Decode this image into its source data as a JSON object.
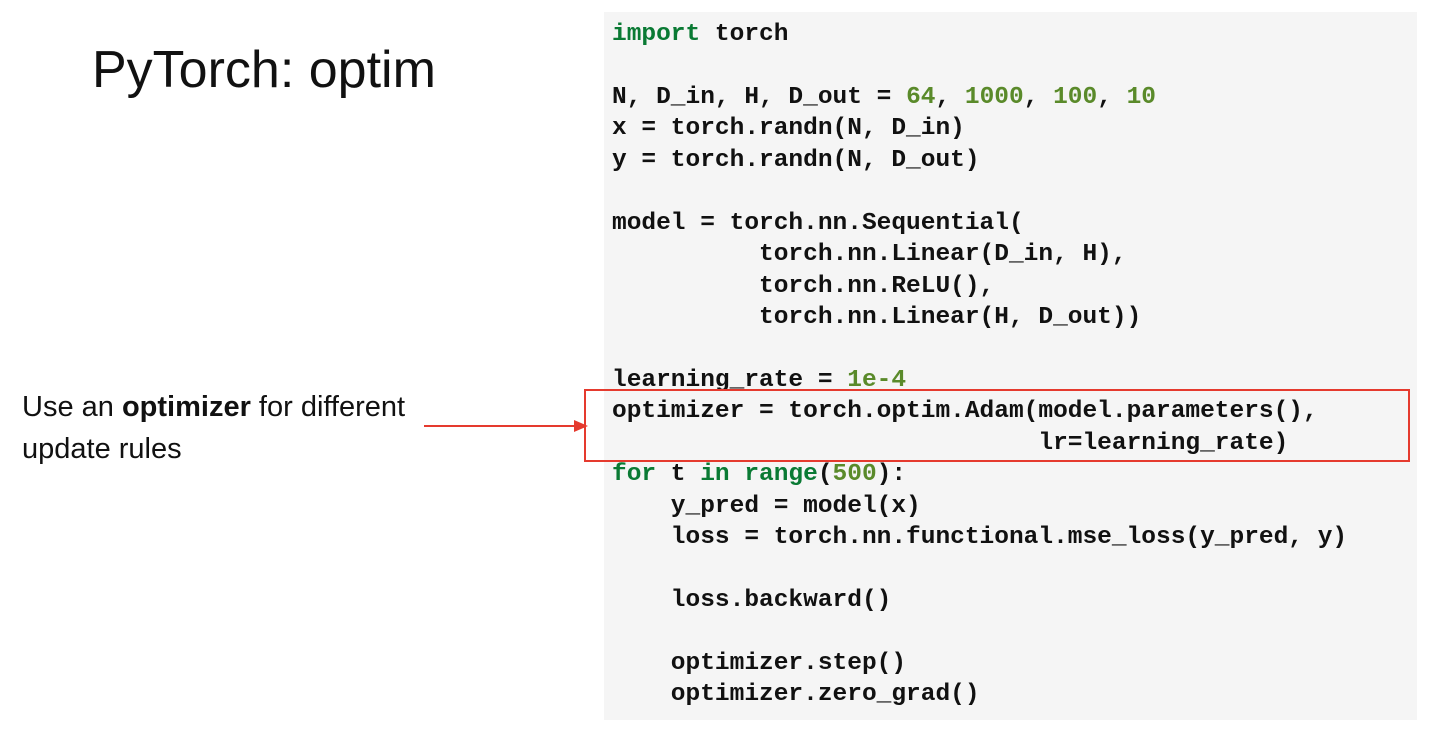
{
  "title": "PyTorch: optim",
  "annotation": {
    "prefix": "Use an ",
    "bold": "optimizer",
    "suffix": " for different update rules"
  },
  "colors": {
    "highlight_border": "#e53a2e",
    "arrow": "#e53a2e",
    "code_background": "#f5f5f5",
    "keyword": "#0a7a34",
    "number": "#5a8a2a"
  },
  "code": {
    "lines": [
      [
        {
          "t": "import",
          "c": "kw"
        },
        {
          "t": " torch"
        }
      ],
      [],
      [
        {
          "t": "N, D_in, H, D_out = "
        },
        {
          "t": "64",
          "c": "num"
        },
        {
          "t": ", "
        },
        {
          "t": "1000",
          "c": "num"
        },
        {
          "t": ", "
        },
        {
          "t": "100",
          "c": "num"
        },
        {
          "t": ", "
        },
        {
          "t": "10",
          "c": "num"
        }
      ],
      [
        {
          "t": "x = torch.randn(N, D_in)"
        }
      ],
      [
        {
          "t": "y = torch.randn(N, D_out)"
        }
      ],
      [],
      [
        {
          "t": "model = torch.nn.Sequential("
        }
      ],
      [
        {
          "t": "          torch.nn.Linear(D_in, H),"
        }
      ],
      [
        {
          "t": "          torch.nn.ReLU(),"
        }
      ],
      [
        {
          "t": "          torch.nn.Linear(H, D_out))"
        }
      ],
      [],
      [
        {
          "t": "learning_rate = "
        },
        {
          "t": "1e-4",
          "c": "num"
        }
      ],
      [
        {
          "t": "optimizer = torch.optim.Adam(model.parameters(),"
        }
      ],
      [
        {
          "t": "                             lr=learning_rate)"
        }
      ],
      [
        {
          "t": "for",
          "c": "kw"
        },
        {
          "t": " t "
        },
        {
          "t": "in",
          "c": "kw"
        },
        {
          "t": " "
        },
        {
          "t": "range",
          "c": "kw"
        },
        {
          "t": "("
        },
        {
          "t": "500",
          "c": "num"
        },
        {
          "t": "):"
        }
      ],
      [
        {
          "t": "    y_pred = model(x)"
        }
      ],
      [
        {
          "t": "    loss = torch.nn.functional.mse_loss(y_pred, y)"
        }
      ],
      [],
      [
        {
          "t": "    loss.backward()"
        }
      ],
      [],
      [
        {
          "t": "    optimizer.step()"
        }
      ],
      [
        {
          "t": "    optimizer.zero_grad()"
        }
      ]
    ]
  }
}
